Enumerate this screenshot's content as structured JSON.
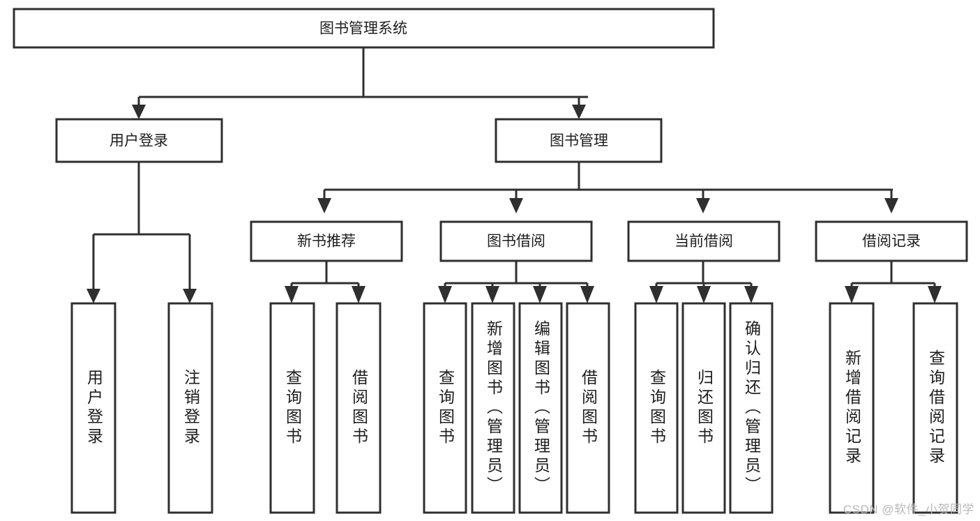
{
  "diagram": {
    "title_node": {
      "label": "图书管理系统"
    },
    "level2": [
      {
        "id": "user-login",
        "label": "用户登录"
      },
      {
        "id": "book-management",
        "label": "图书管理"
      }
    ],
    "level3": [
      {
        "id": "new-book-recommend",
        "label": "新书推荐"
      },
      {
        "id": "book-borrow",
        "label": "图书借阅"
      },
      {
        "id": "current-borrow",
        "label": "当前借阅"
      },
      {
        "id": "borrow-record",
        "label": "借阅记录"
      }
    ],
    "leaves": [
      {
        "id": "leaf-user-login",
        "label": "用户登录",
        "parent": "用户登录"
      },
      {
        "id": "leaf-user-logout",
        "label": "注销登录",
        "parent": "用户登录"
      },
      {
        "id": "leaf-query-book-1",
        "label": "查询图书",
        "parent": "新书推荐"
      },
      {
        "id": "leaf-borrow-book-1",
        "label": "借阅图书",
        "parent": "新书推荐"
      },
      {
        "id": "leaf-query-book-2",
        "label": "查询图书",
        "parent": "图书借阅"
      },
      {
        "id": "leaf-add-book",
        "label": "新增图书（管理员）",
        "parent": "图书借阅"
      },
      {
        "id": "leaf-edit-book",
        "label": "编辑图书（管理员）",
        "parent": "图书借阅"
      },
      {
        "id": "leaf-borrow-book-2",
        "label": "借阅图书",
        "parent": "图书借阅"
      },
      {
        "id": "leaf-query-book-3",
        "label": "查询图书",
        "parent": "当前借阅"
      },
      {
        "id": "leaf-return-book",
        "label": "归还图书",
        "parent": "当前借阅"
      },
      {
        "id": "leaf-confirm-return",
        "label": "确认归还（管理员）",
        "parent": "当前借阅"
      },
      {
        "id": "leaf-add-record",
        "label": "新增借阅记录",
        "parent": "借阅记录"
      },
      {
        "id": "leaf-query-record",
        "label": "查询借阅记录",
        "parent": "借阅记录"
      }
    ],
    "watermark": "CSDN @软件_小贺同学",
    "colors": {
      "stroke": "#2f2f2f",
      "box_fill": "#ffffff",
      "text": "#1d1d1d",
      "watermark": "#b9b9b9",
      "background": "#ffffff"
    }
  }
}
